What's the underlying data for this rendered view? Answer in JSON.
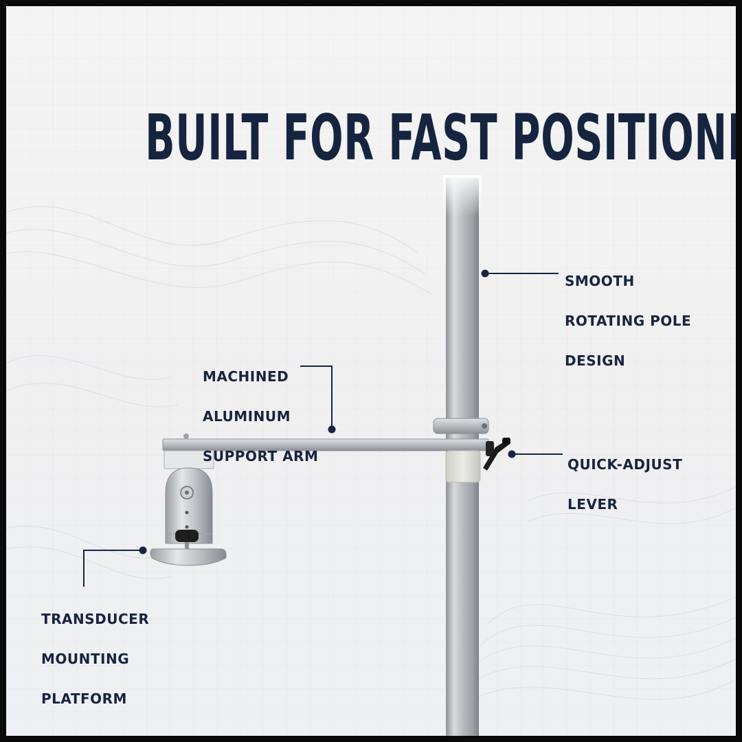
{
  "headline": "BUILT FOR FAST POSITIONING",
  "callouts": {
    "pole": [
      "SMOOTH",
      "ROTATING POLE",
      "DESIGN"
    ],
    "arm": [
      "MACHINED",
      "ALUMINUM",
      "SUPPORT ARM"
    ],
    "lever": [
      "QUICK-ADJUST",
      "LEVER"
    ],
    "platform": [
      "TRANSDUCER",
      "MOUNTING",
      "PLATFORM"
    ]
  },
  "colors": {
    "frame": "#0a0a0a",
    "background": "#f2f2f3",
    "text": "#16243f",
    "leader": "#16243f",
    "aluminum": "#b8bcc0"
  }
}
